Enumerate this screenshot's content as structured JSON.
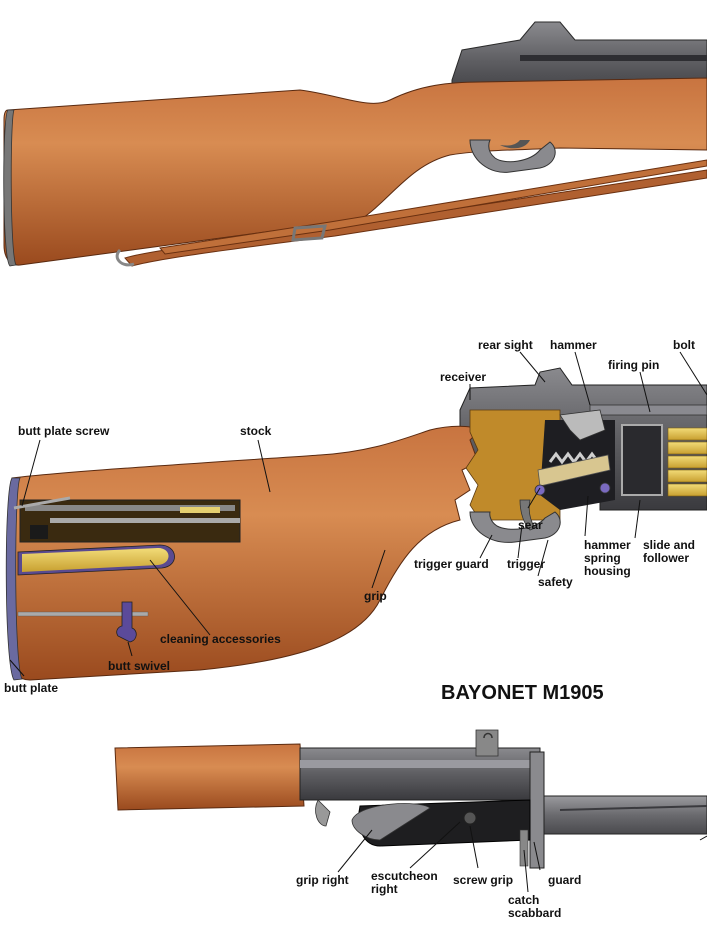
{
  "section_title": "BAYONET M1905",
  "rifle_labels": {
    "rear_sight": "rear sight",
    "hammer": "hammer",
    "bolt": "bolt",
    "receiver": "receiver",
    "firing_pin": "firing pin",
    "butt_plate_screw": "butt plate screw",
    "stock": "stock",
    "sear": "sear",
    "trigger_guard": "trigger guard",
    "trigger": "trigger",
    "hammer_spring_housing": [
      "hammer",
      "spring",
      "housing"
    ],
    "slide_and_follower": [
      "slide and",
      "follower"
    ],
    "safety": "safety",
    "grip": "grip",
    "cleaning_accessories": "cleaning accessories",
    "butt_swivel": "butt swivel",
    "butt_plate": "butt plate"
  },
  "bayonet_labels": {
    "grip_right": "grip right",
    "escutcheon_right": [
      "escutcheon",
      "right"
    ],
    "screw_grip": "screw grip",
    "guard": "guard",
    "catch_scabbard": [
      "catch",
      "scabbard"
    ]
  },
  "colors": {
    "wood": "#b5602a",
    "wood_light": "#d98a4e",
    "metal": "#6e6e72",
    "metal_dark": "#3c3c40",
    "brass": "#e2c34a",
    "purple": "#5b4a9a",
    "sling": "#a85a2a"
  }
}
